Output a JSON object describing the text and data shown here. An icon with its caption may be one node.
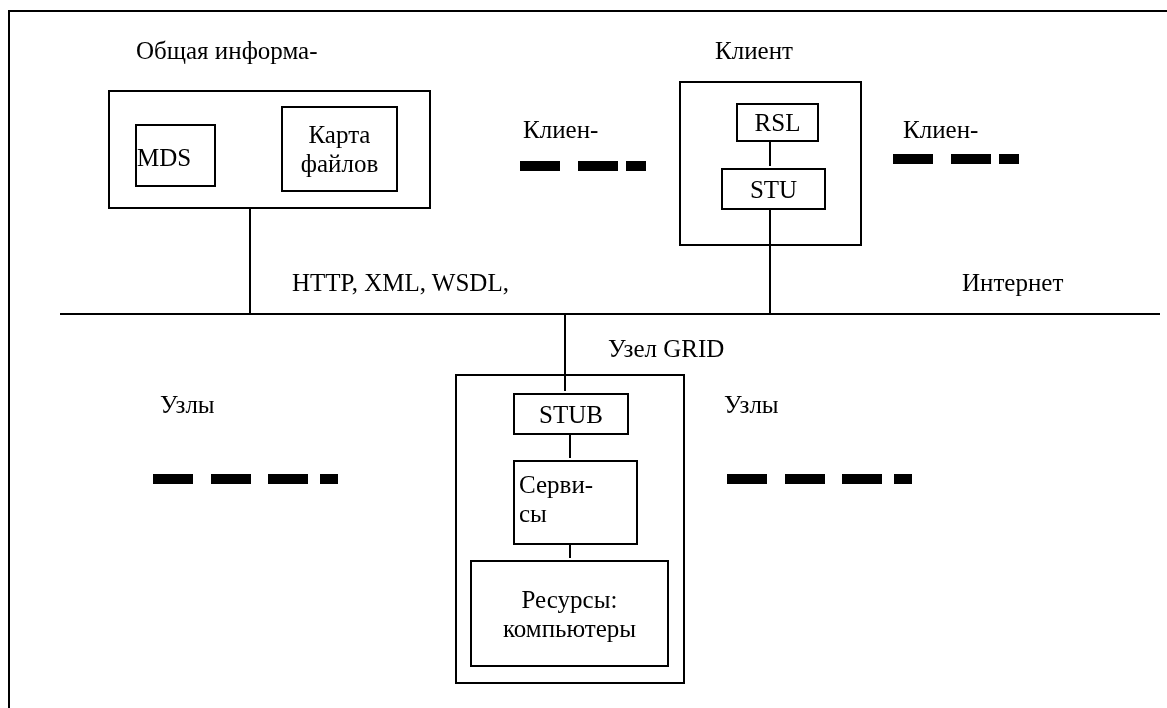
{
  "diagram": {
    "nodes": [
      {
        "text": [
          "Общая информа-"
        ]
      },
      {
        "text": [
          "MDS"
        ],
        "in": 0
      },
      {
        "text": [
          "Карта файлов"
        ],
        "in": 0
      },
      {
        "text": [
          "Клиент"
        ]
      },
      {
        "text": [
          "RSL"
        ],
        "in": 3
      },
      {
        "text": [
          "STU"
        ],
        "in": 3
      },
      {
        "text": [],
        "shape": "bar"
      },
      {
        "text": [
          "Узел GRID"
        ]
      },
      {
        "text": [
          "STUB"
        ],
        "in": 7
      },
      {
        "text": [
          "Серви- сы"
        ],
        "in": 7
      },
      {
        "text": [
          "Ресурсы: компьютеры"
        ],
        "in": 7
      }
    ],
    "edges": [
      {
        "from": 0,
        "to": 6,
        "arrow": "none"
      },
      {
        "from": 4,
        "to": 5,
        "arrow": "none"
      },
      {
        "from": 5,
        "to": 6,
        "arrow": "none"
      },
      {
        "from": 6,
        "to": 8,
        "arrow": "none"
      },
      {
        "from": 8,
        "to": 9,
        "arrow": "none"
      },
      {
        "from": 9,
        "to": 10,
        "arrow": "none"
      }
    ],
    "labels": [
      "Клиен-",
      "Клиен-",
      "HTTP, XML, WSDL,",
      "Интернет",
      "Узлы",
      "Узлы"
    ]
  }
}
